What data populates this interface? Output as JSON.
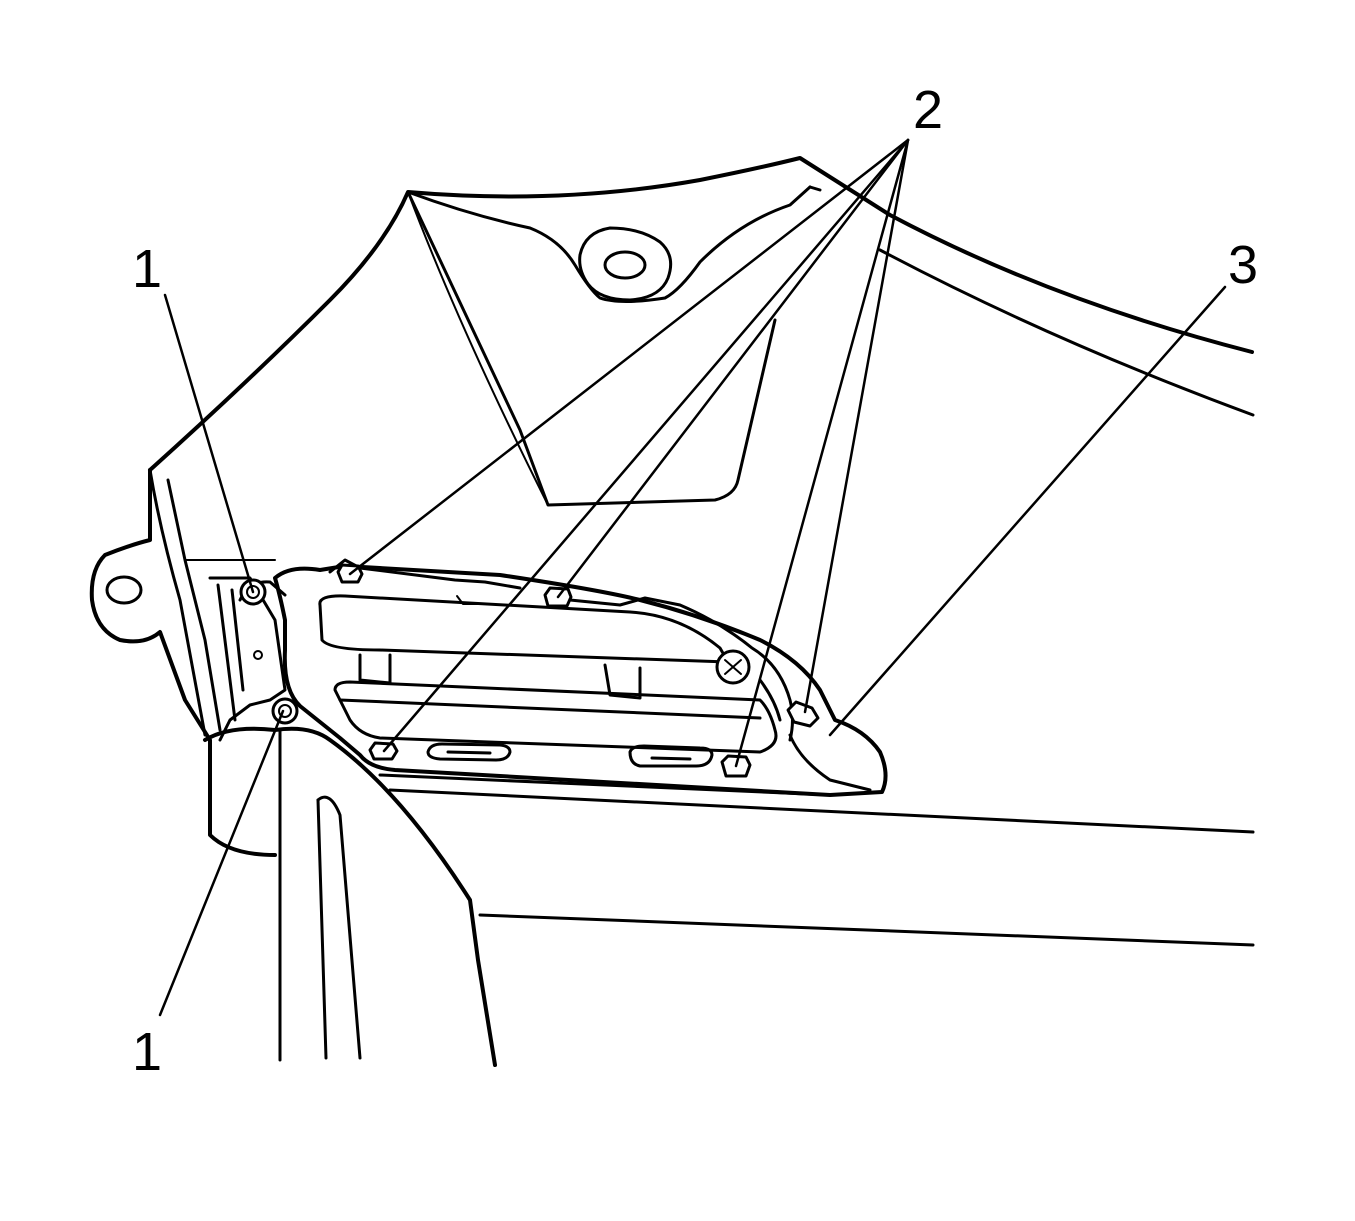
{
  "callouts": {
    "label_1_top": "1",
    "label_1_bottom": "1",
    "label_2": "2",
    "label_3": "3"
  },
  "colors": {
    "line": "#000000",
    "background": "#ffffff"
  }
}
